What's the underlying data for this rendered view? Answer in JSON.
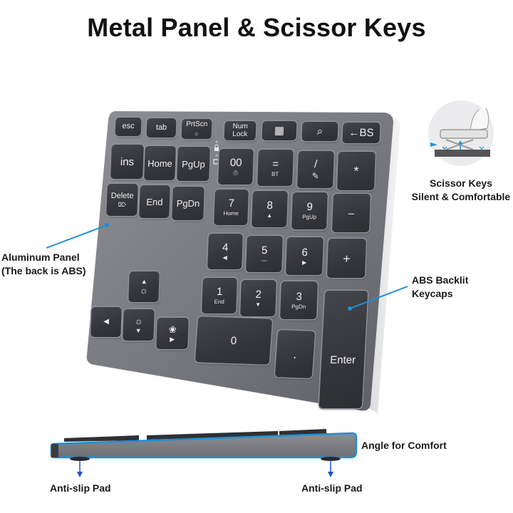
{
  "title": "Metal Panel & Scissor Keys",
  "keyboard": {
    "rows": [
      [
        {
          "id": "esc",
          "main": "esc",
          "sub": ""
        },
        {
          "id": "tab",
          "main": "tab",
          "sub": ""
        },
        {
          "id": "prtscn",
          "main": "PrtScn",
          "sub": "☼"
        },
        {
          "id": "numlock",
          "main": "Num\nLock",
          "sub": ""
        },
        {
          "id": "calculator",
          "main": "▦",
          "sub": ""
        },
        {
          "id": "search",
          "main": "⌕",
          "sub": ""
        },
        {
          "id": "backspace",
          "main": "←BS",
          "sub": ""
        }
      ],
      [
        {
          "id": "ins",
          "main": "ins",
          "sub": ""
        },
        {
          "id": "home",
          "main": "Home",
          "sub": ""
        },
        {
          "id": "pgup",
          "main": "PgUp",
          "sub": ""
        },
        {
          "id": "double-zero",
          "main": "00",
          "sub": "⎙"
        },
        {
          "id": "equals",
          "main": "=",
          "sub": "BT"
        },
        {
          "id": "slash",
          "main": "/",
          "sub": "✎"
        },
        {
          "id": "asterisk",
          "main": "*",
          "sub": ""
        }
      ],
      [
        {
          "id": "delete",
          "main": "Delete",
          "sub": "⌦"
        },
        {
          "id": "end",
          "main": "End",
          "sub": ""
        },
        {
          "id": "pgdn",
          "main": "PgDn",
          "sub": ""
        },
        {
          "id": "seven",
          "main": "7",
          "sub": "Home"
        },
        {
          "id": "eight",
          "main": "8",
          "sub": "▲"
        },
        {
          "id": "nine",
          "main": "9",
          "sub": "PgUp"
        },
        {
          "id": "minus",
          "main": "–",
          "sub": ""
        }
      ],
      [
        {
          "id": "four",
          "main": "4",
          "sub": "◀"
        },
        {
          "id": "five",
          "main": "5",
          "sub": "—"
        },
        {
          "id": "six",
          "main": "6",
          "sub": "▶"
        },
        {
          "id": "plus",
          "main": "+",
          "sub": ""
        }
      ],
      [
        {
          "id": "backlight-up",
          "main": "▲",
          "sub": "☼"
        },
        {
          "id": "one",
          "main": "1",
          "sub": "End"
        },
        {
          "id": "two",
          "main": "2",
          "sub": "▼"
        },
        {
          "id": "three",
          "main": "3",
          "sub": "PgDn"
        },
        {
          "id": "enter",
          "main": "Enter",
          "sub": ""
        }
      ],
      [
        {
          "id": "backlight-left",
          "main": "◀",
          "sub": ""
        },
        {
          "id": "backlight-down",
          "main": "☼",
          "sub": "▼"
        },
        {
          "id": "backlight-color",
          "main": "❀",
          "sub": "▶"
        },
        {
          "id": "zero",
          "main": "0",
          "sub": ""
        },
        {
          "id": "decimal",
          "main": ".",
          "sub": ""
        }
      ]
    ],
    "indicators": [
      "lock-indicator",
      "battery-indicator"
    ]
  },
  "annotations": {
    "scissor": {
      "line1": "Scissor Keys",
      "line2": "Silent & Comfortable"
    },
    "panel": {
      "line1": "Aluminum Panel",
      "line2": "(The back is ABS)"
    },
    "keycaps": {
      "line1": "ABS Backlit",
      "line2": "Keycaps"
    },
    "angle": "Angle for Comfort",
    "pad_left": "Anti-slip Pad",
    "pad_right": "Anti-slip Pad"
  },
  "colors": {
    "panel": "#7a7c82",
    "key": "#36373c",
    "accent_line": "#1e8fd6",
    "arrow": "#1f4fd8"
  }
}
